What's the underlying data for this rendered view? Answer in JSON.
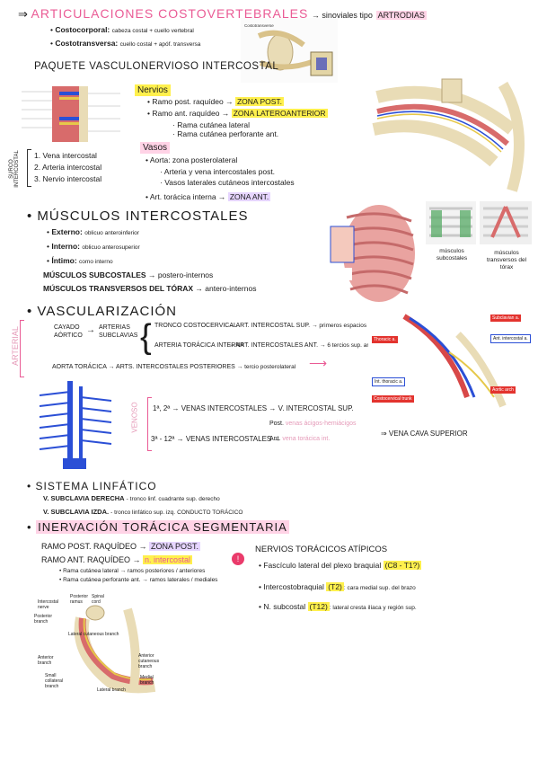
{
  "sec1": {
    "arrow": "⇒",
    "title": "ARTICULACIONES COSTOVERTEBRALES",
    "suffix": "→ sinoviales tipo",
    "type": "ARTRODIAS",
    "items": [
      {
        "name": "Costocorporal:",
        "desc": "cabeza costal + cuello vertebral"
      },
      {
        "name": "Costotransversa:",
        "desc": "cuello costal + apóf. transversa"
      }
    ]
  },
  "sec2": {
    "title": "PAQUETE VASCULONERVIOSO INTERCOSTAL",
    "nervios_label": "Nervios",
    "nervios": [
      {
        "pre": "Ramo post. raquídeo →",
        "hl": "ZONA POST."
      },
      {
        "pre": "Ramo ant. raquídeo →",
        "hl": "ZONA LATEROANTERIOR"
      },
      {
        "sub": "Rama cutánea lateral"
      },
      {
        "sub": "Rama cutánea perforante ant."
      }
    ],
    "vasos_label": "Vasos",
    "vasos": [
      {
        "text": "Aorta: zona posterolateral"
      },
      {
        "sub": "Arteria y vena intercostales post."
      },
      {
        "sub": "Vasos laterales cutáneos intercostales"
      },
      {
        "text": "Art. torácica interna →",
        "hl": "ZONA ANT."
      }
    ],
    "surco_label": "SURCO INTERCOSTAL",
    "surco_items": [
      "1. Vena intercostal",
      "2. Arteria intercostal",
      "3. Nervio intercostal"
    ]
  },
  "sec3": {
    "title": "MÚSCULOS INTERCOSTALES",
    "items": [
      {
        "name": "Externo:",
        "desc": "oblicuo anteroinferior"
      },
      {
        "name": "Interno:",
        "desc": "oblicuo anterosuperior"
      },
      {
        "name": "Íntimo:",
        "desc": "como interno"
      }
    ],
    "extra": [
      {
        "name": "MÚSCULOS SUBCOSTALES",
        "desc": "→ postero-internos"
      },
      {
        "name": "MÚSCULOS TRANSVERSOS DEL TÓRAX",
        "desc": "→ antero-internos"
      }
    ],
    "img_labels": [
      "músculos subcostales",
      "músculos transversos del tórax"
    ]
  },
  "sec4": {
    "title": "VASCULARIZACIÓN",
    "arterial_label": "ARTERIAL",
    "venoso_label": "VENOSO",
    "art_left": "CAYADO AÓRTICO",
    "art_mid": "ARTERIAS SUBCLAVIAS",
    "art_rows": [
      {
        "a": "TRONCO COSTOCERVICAL",
        "b": "→ ART. INTERCOSTAL SUP.",
        "c": "→ primeros espacios"
      },
      {
        "a": "ARTERIA TORÁCICA INTERNA",
        "b": "→ ART. INTERCOSTALES ANT.",
        "c": "→ 6 tercios sup. ant."
      }
    ],
    "aorta_row": "AORTA TORÁCICA → ARTS. INTERCOSTALES POSTERIORES",
    "aorta_note": "→ tercio posterolateral",
    "ven_rows": [
      {
        "a": "1ª, 2ª → VENAS INTERCOSTALES → V. INTERCOSTAL SUP."
      },
      {
        "a": "3ª - 12ª → VENAS INTERCOSTALES →",
        "post": "Post.",
        "post_desc": "venas ácigos-hemiácigos",
        "ant": "Ant.",
        "ant_desc": "vena torácica int."
      }
    ],
    "vena_cava": "⇒ VENA CAVA SUPERIOR",
    "legend_tags": [
      "Subclavian a.",
      "Thoracic a.",
      "Ant. intercostal a.",
      "Int. thoracic a.",
      "Costocervical trunk",
      "Aortic arch"
    ]
  },
  "sec5": {
    "title": "SISTEMA LINFÁTICO",
    "rows": [
      {
        "a": "V. SUBCLAVIA DERECHA",
        "b": "- tronco linf. cuadrante sup. derecho"
      },
      {
        "a": "V. SUBCLAVIA IZDA.",
        "b": "- tronco linfático sup. izq.",
        "c": "CONDUCTO TORÁCICO"
      }
    ]
  },
  "sec6": {
    "title": "INERVACIÓN TORÁCICA SEGMENTARIA",
    "rows": [
      {
        "a": "RAMO POST. RAQUÍDEO →",
        "hl": "ZONA POST."
      },
      {
        "a": "RAMO ANT. RAQUÍDEO →",
        "hl": "n. intercostal"
      }
    ],
    "subs": [
      "Rama cutánea lateral → ramos posteriores / anteriores",
      "Rama cutánea perforante ant. → ramos laterales / mediales"
    ],
    "atipicos_title": "NERVIOS TORÁCICOS ATÍPICOS",
    "atipicos": [
      {
        "name": "Fascículo lateral del plexo braquial",
        "seg": "(C8 - T1?)"
      },
      {
        "name": "Intercostobraquial",
        "seg": "(T2)",
        "desc": ": cara medial sup. del brazo"
      },
      {
        "name": "N. subcostal",
        "seg": "(T12)",
        "desc": ": lateral cresta ilíaca y región sup."
      }
    ],
    "nerve_labels": [
      "Intercostal nerve",
      "Posterior ramus",
      "Spinal cord",
      "Posterior branch",
      "Lateral cutaneous branch",
      "Anterior branch",
      "Small collateral branch",
      "Lateral branch",
      "Anterior cutaneous branch",
      "Medial branch"
    ]
  },
  "colors": {
    "pink": "#ea5b95",
    "yellow": "#fff04d",
    "bone": "#e9dcb6",
    "muscle": "#d86b6b",
    "vein": "#2b4fd6",
    "nerve": "#e6c84a"
  }
}
